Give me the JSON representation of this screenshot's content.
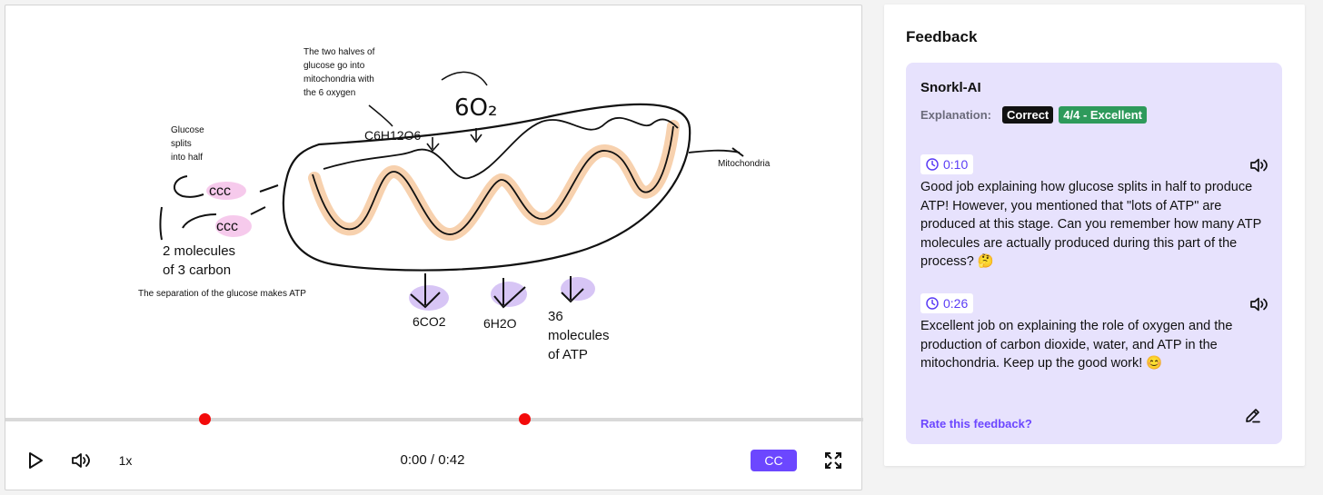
{
  "video": {
    "notes": {
      "two_halves": [
        "The two halves of",
        "glucose go into",
        "mitochondria with",
        "the 6 oxygen"
      ],
      "glucose_splits": [
        "Glucose",
        "splits",
        "into half"
      ],
      "formula": "C6H12O6",
      "oxygen": "6O₂",
      "mitochondria_label": "Mitochondria",
      "molecules": [
        "2 molecules",
        "of 3 carbon"
      ],
      "separation": "The separation of the glucose makes ATP",
      "co2": "6CO2",
      "h2o": "6H2O",
      "atp": [
        "36",
        "molecules",
        "of ATP"
      ]
    },
    "timeline": {
      "progress": 0,
      "marker_times": [
        "0:10",
        "0:26"
      ],
      "duration_seconds": 42
    },
    "controls": {
      "speed_label": "1x",
      "current_time": "0:00",
      "separator": "/",
      "total_time": "0:42",
      "cc_label": "CC"
    }
  },
  "feedback": {
    "title": "Feedback",
    "author": "Snorkl-AI",
    "explanation_label": "Explanation:",
    "badge_correct": "Correct",
    "badge_score": "4/4 - Excellent",
    "items": [
      {
        "timestamp": "0:10",
        "text": "Good job explaining how glucose splits in half to produce ATP! However, you mentioned that \"lots of ATP\" are produced at this stage. Can you remember how many ATP molecules are actually produced during this part of the process? 🤔"
      },
      {
        "timestamp": "0:26",
        "text": "Excellent job on explaining the role of oxygen and the production of carbon dioxide, water, and ATP in the mitochondria. Keep up the good work! 😊"
      }
    ],
    "rate_label": "Rate this feedback?"
  },
  "colors": {
    "accent": "#6c47ff",
    "card_bg": "#e7e2fd",
    "correct_badge": "#111111",
    "score_badge": "#2e9a5b",
    "timeline_marker": "#f30a0a"
  },
  "icons": [
    "play-icon",
    "volume-icon",
    "fullscreen-icon",
    "clock-icon",
    "speaker-icon",
    "edit-icon"
  ]
}
